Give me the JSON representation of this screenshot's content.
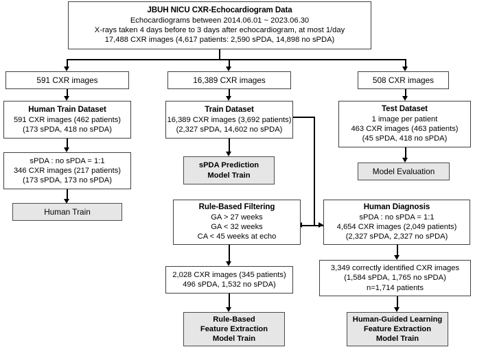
{
  "diagram": {
    "title": "JBUH NICU CXR-Echocardiogram Data flowchart",
    "accent_border": "#3f3f3f",
    "shaded_fill": "#e6e6e6",
    "background": "#ffffff"
  },
  "root": {
    "title": "JBUH NICU CXR-Echocardiogram Data",
    "line1": "Echocardiograms between 2014.06.01 ~ 2023.06.30",
    "line2": "X-rays taken 4 days before to 3 days after echocardiogram, at most 1/day",
    "line3": "17,488 CXR images (4,617 patients: 2,590 sPDA, 14,898 no sPDA)"
  },
  "split": {
    "left": "591 CXR images",
    "middle": "16,389 CXR images",
    "right": "508 CXR images"
  },
  "left_column": {
    "human_train_dataset": {
      "title": "Human Train Dataset",
      "line1": "591 CXR images (462 patients)",
      "line2": "(173 sPDA, 418 no sPDA)"
    },
    "balanced": {
      "line1": "sPDA : no sPDA = 1:1",
      "line2": "346 CXR images (217 patients)",
      "line3": "(173 sPDA, 173 no sPDA)"
    },
    "human_train": {
      "label": "Human Train"
    }
  },
  "middle_column": {
    "train_dataset": {
      "title": "Train Dataset",
      "line1": "16,389 CXR images (3,692 patients)",
      "line2": "(2,327 sPDA, 14,602 no sPDA)"
    },
    "spda_prediction": {
      "line1": "sPDA Prediction",
      "line2": "Model Train"
    },
    "rule_based_filtering": {
      "title": "Rule-Based Filtering",
      "line1": "GA > 27 weeks",
      "line2": "GA < 32 weeks",
      "line3": "CA < 45 weeks at echo"
    },
    "filtered": {
      "line1": "2,028 CXR images (345 patients)",
      "line2": "496 sPDA, 1,532 no sPDA)"
    },
    "rule_based_model": {
      "line1": "Rule-Based",
      "line2": "Feature Extraction",
      "line3": "Model Train"
    }
  },
  "right_column": {
    "test_dataset": {
      "title": "Test Dataset",
      "line1": "1 image per patient",
      "line2": "463 CXR images (463 patients)",
      "line3": "(45 sPDA, 418 no sPDA)"
    },
    "model_evaluation": {
      "label": "Model Evaluation"
    },
    "human_diagnosis": {
      "title": "Human Diagnosis",
      "line1": "sPDA : no sPDA = 1:1",
      "line2": "4,654 CXR images (2,049 patients)",
      "line3": "(2,327 sPDA, 2,327 no sPDA)"
    },
    "correct": {
      "line1": "3,349 correctly identified CXR images",
      "line2": "(1,584 sPDA, 1,765 no sPDA)",
      "line3": "n=1,714 patients"
    },
    "human_guided_model": {
      "line1": "Human-Guided Learning",
      "line2": "Feature Extraction",
      "line3": "Model Train"
    }
  }
}
